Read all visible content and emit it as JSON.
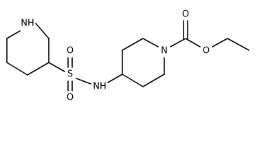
{
  "molecule": {
    "atoms": {
      "nh_ring": "NH",
      "s": "S",
      "o_up": "O",
      "o_down": "O",
      "nh_link": "NH",
      "n_ring": "N",
      "o_carbonyl": "O",
      "o_ester": "O"
    }
  }
}
